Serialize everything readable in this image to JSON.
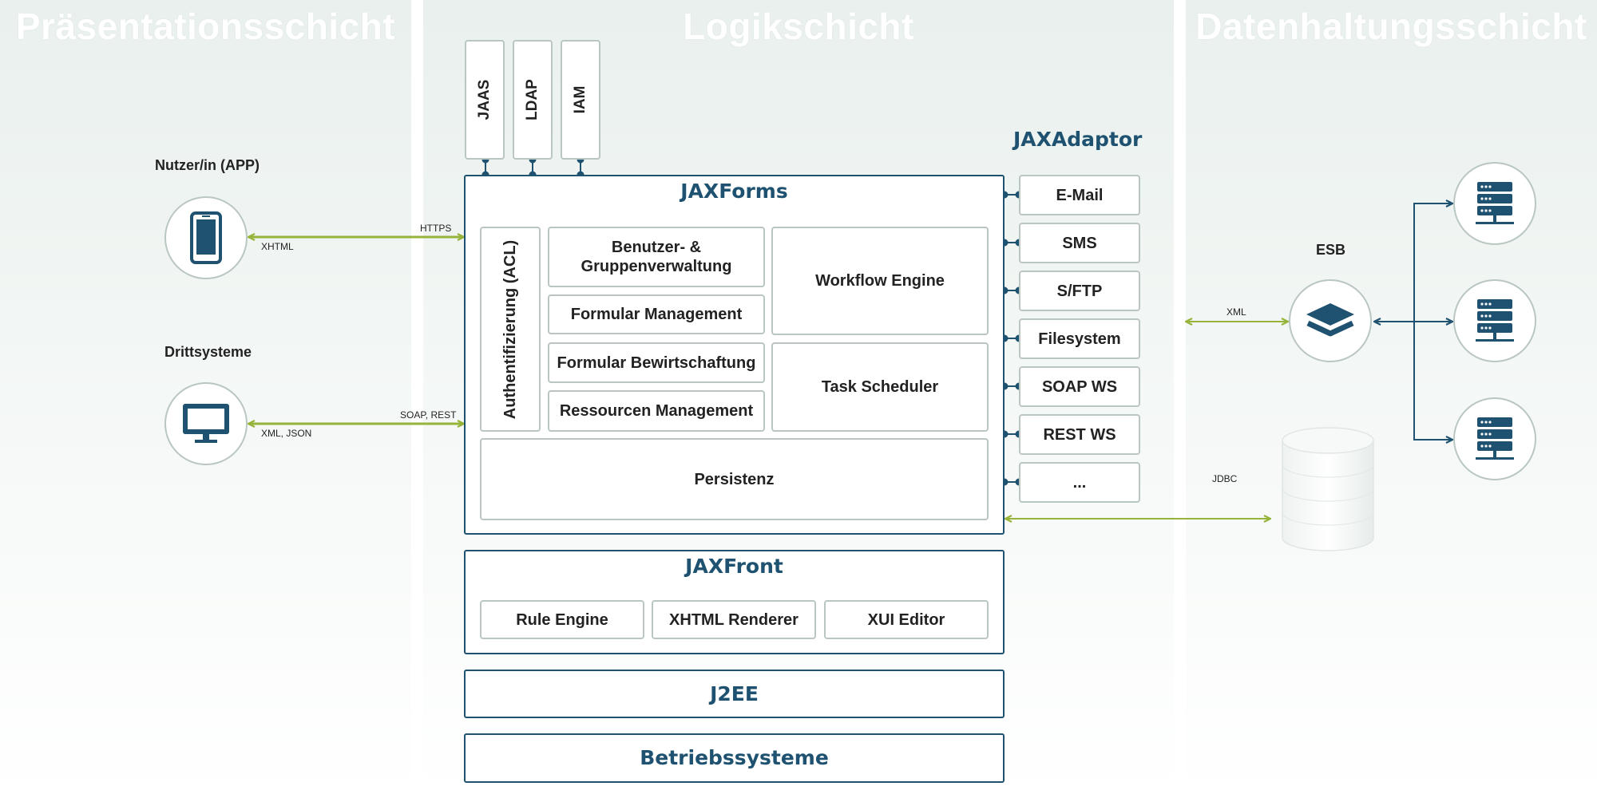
{
  "columns": {
    "presentation": "Präsentationsschicht",
    "logic": "Logikschicht",
    "data": "Datenhaltungsschicht"
  },
  "clients": {
    "user": {
      "label": "Nutzer/in (APP)",
      "icon": "smartphone-icon"
    },
    "third_party": {
      "label": "Drittsysteme",
      "icon": "monitor-icon"
    }
  },
  "connections": {
    "user_protocol": "HTTPS",
    "user_format": "XHTML",
    "third_protocol": "SOAP, REST",
    "third_format": "XML, JSON",
    "esb_format": "XML",
    "db_protocol": "JDBC"
  },
  "auth_tabs": [
    "JAAS",
    "LDAP",
    "IAM"
  ],
  "jaxforms": {
    "title": "JAXForms",
    "auth": "Authentifizierung (ACL)",
    "modules": {
      "user_groups": "Benutzer- & Gruppenverwaltung",
      "form_mgmt": "Formular Management",
      "form_ops": "Formular Bewirtschaftung",
      "resources": "Ressourcen Management",
      "workflow": "Workflow Engine",
      "scheduler": "Task Scheduler",
      "persistence": "Persistenz"
    }
  },
  "jaxadaptor": {
    "title": "JAXAdaptor",
    "items": [
      "E-Mail",
      "SMS",
      "S/FTP",
      "Filesystem",
      "SOAP WS",
      "REST WS",
      "..."
    ]
  },
  "jaxfront": {
    "title": "JAXFront",
    "items": [
      "Rule Engine",
      "XHTML Renderer",
      "XUI Editor"
    ]
  },
  "stack": {
    "j2ee": "J2EE",
    "os": "Betriebssysteme"
  },
  "esb": {
    "label": "ESB",
    "icon": "layers-icon"
  },
  "servers": [
    "server-icon",
    "server-icon",
    "server-icon"
  ],
  "database": {
    "icon": "database-icon"
  },
  "colors": {
    "accent": "#1e5270",
    "arrow": "#96b43a",
    "border": "#b9c6c1"
  }
}
